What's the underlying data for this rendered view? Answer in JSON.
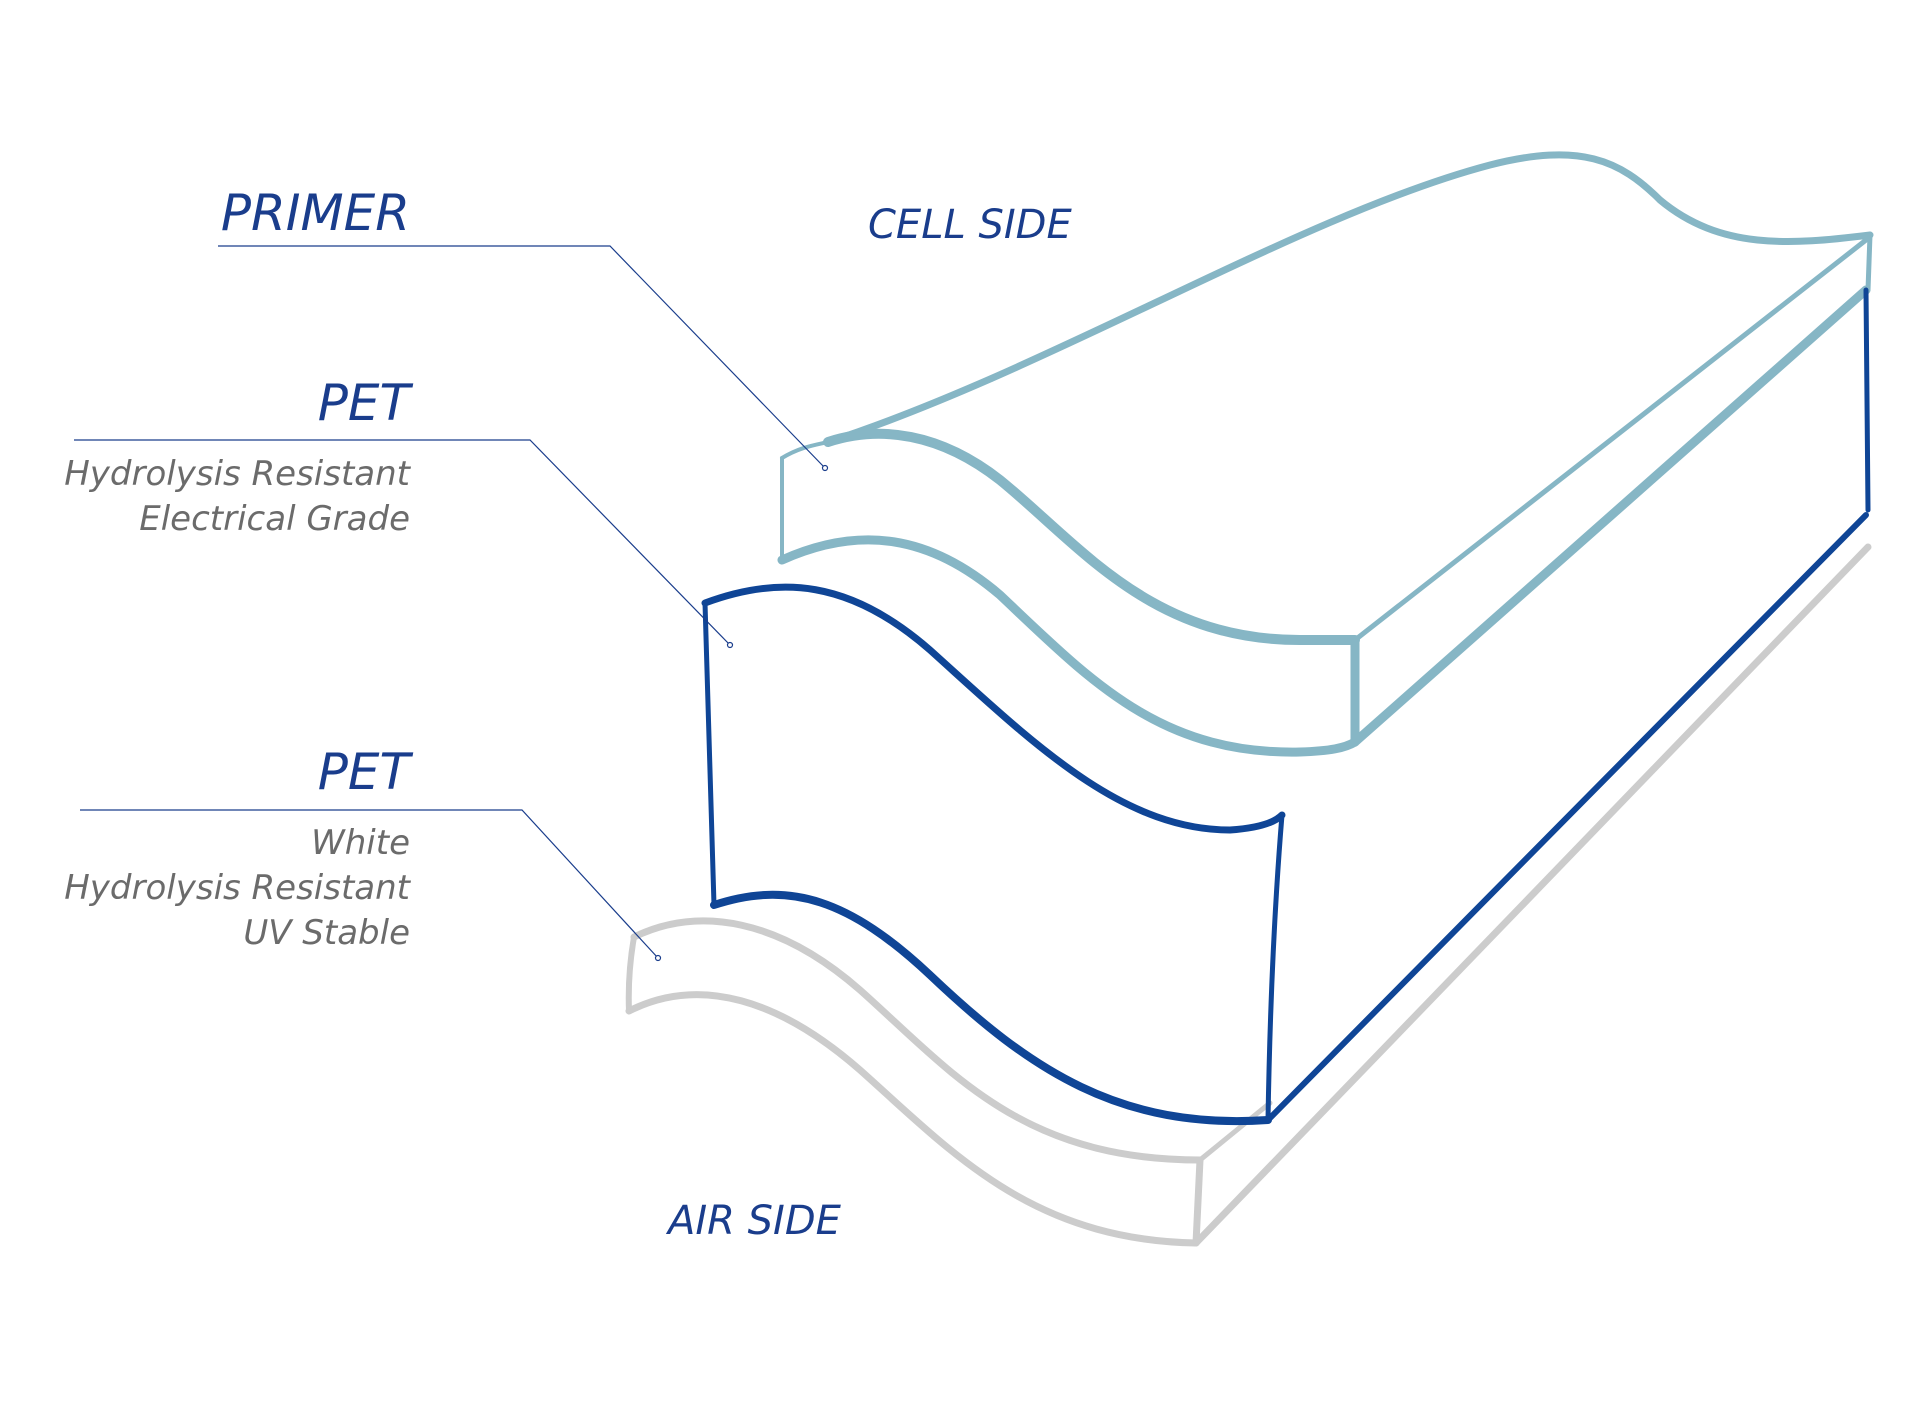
{
  "colors": {
    "primer": "#86b6c5",
    "pet_core": "#0f4596",
    "pet_white": "#cccccc",
    "leader": "#1a3d8c",
    "title_text": "#1a3d8c",
    "sub_text": "#6b6b6b"
  },
  "sides": {
    "top": "CELL SIDE",
    "bottom": "AIR SIDE"
  },
  "layers": [
    {
      "name": "PRIMER",
      "details": []
    },
    {
      "name": "PET",
      "details": [
        "Hydrolysis Resistant",
        "Electrical Grade"
      ]
    },
    {
      "name": "PET",
      "details": [
        "White",
        "Hydrolysis Resistant",
        "UV Stable"
      ]
    }
  ]
}
